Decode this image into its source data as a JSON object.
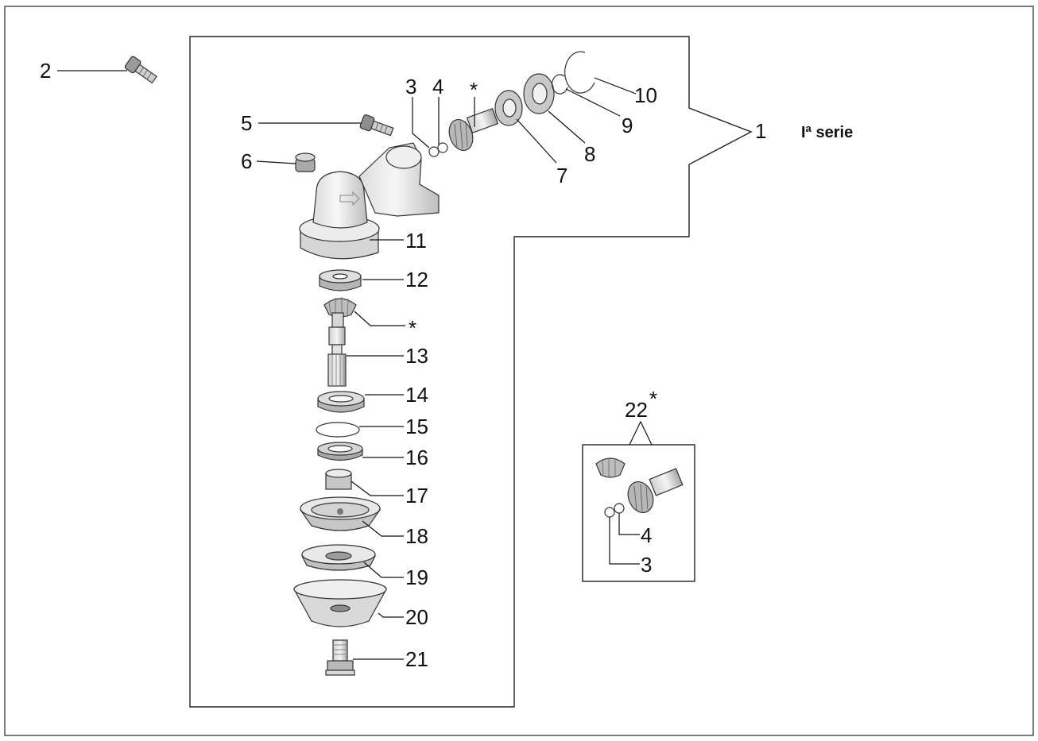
{
  "diagram": {
    "series_note": "Iª serie",
    "callouts": [
      {
        "id": "c1",
        "text": "1"
      },
      {
        "id": "c2",
        "text": "2"
      },
      {
        "id": "c3",
        "text": "3"
      },
      {
        "id": "c4",
        "text": "4"
      },
      {
        "id": "c5",
        "text": "5"
      },
      {
        "id": "c6",
        "text": "6"
      },
      {
        "id": "c7",
        "text": "7"
      },
      {
        "id": "c8",
        "text": "8"
      },
      {
        "id": "c9",
        "text": "9"
      },
      {
        "id": "c10",
        "text": "10"
      },
      {
        "id": "c11",
        "text": "11"
      },
      {
        "id": "c12",
        "text": "12"
      },
      {
        "id": "c13",
        "text": "13"
      },
      {
        "id": "c14",
        "text": "14"
      },
      {
        "id": "c15",
        "text": "15"
      },
      {
        "id": "c16",
        "text": "16"
      },
      {
        "id": "c17",
        "text": "17"
      },
      {
        "id": "c18",
        "text": "18"
      },
      {
        "id": "c19",
        "text": "19"
      },
      {
        "id": "c20",
        "text": "20"
      },
      {
        "id": "c21",
        "text": "21"
      },
      {
        "id": "c22",
        "text": "22"
      },
      {
        "id": "star_gear_top",
        "text": "*"
      },
      {
        "id": "star_gear_mid",
        "text": "*"
      },
      {
        "id": "star_kit",
        "text": "*"
      },
      {
        "id": "c3_kit",
        "text": "3"
      },
      {
        "id": "c4_kit",
        "text": "4"
      }
    ]
  }
}
